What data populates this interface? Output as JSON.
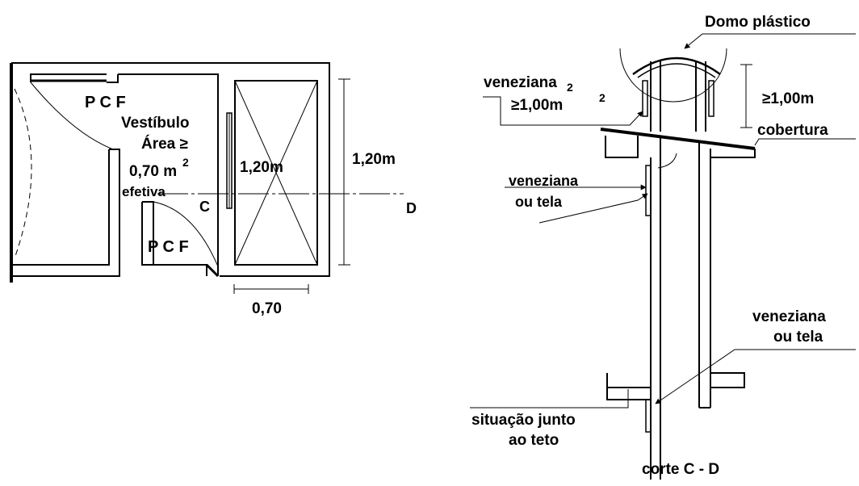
{
  "plan": {
    "pcf_top": "P C F",
    "vestibulo_line1": "Vestíbulo",
    "vestibulo_line2": "Área ≥",
    "vestibulo_line3": "0,70 m",
    "vestibulo_sup": "2",
    "vestibulo_line4": "efetiva",
    "shaft_height": "1,20m",
    "overall_height": "1,20m",
    "cut_c": "C",
    "cut_d": "D",
    "pcf_bottom": "P C F",
    "shaft_width": "0,70"
  },
  "section": {
    "domo": "Domo plástico",
    "veneziana_top_line1": "veneziana",
    "veneziana_top_sup": "2",
    "veneziana_top_line2": "≥1,00m",
    "veneziana_top_sup2": "2",
    "height_label": "≥1,00m",
    "cobertura": "cobertura",
    "veneziana_mid_line1": "veneziana",
    "veneziana_mid_line2": "ou tela",
    "veneziana_right_line1": "veneziana",
    "veneziana_right_line2": "ou tela",
    "situacao_line1": "situação junto",
    "situacao_line2": "ao teto",
    "caption": "corte C - D"
  }
}
